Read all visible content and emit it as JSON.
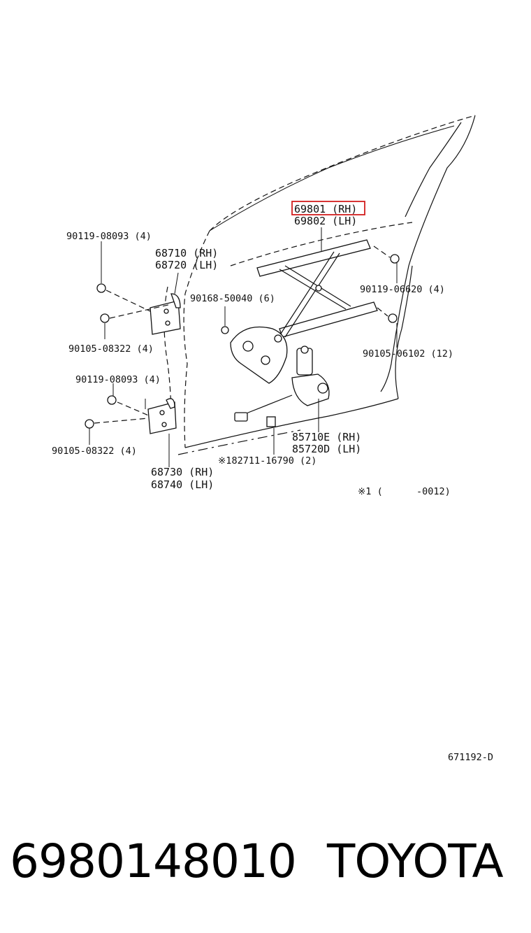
{
  "diagram": {
    "callouts": {
      "regulator_rh": "69801 (RH)",
      "regulator_lh": "69802 (LH)",
      "bolt_upper_left": "90119-08093 (4)",
      "hinge_upper_rh": "68710 (RH)",
      "hinge_upper_lh": "68720 (LH)",
      "bolt_regulator": "90168-50040 (6)",
      "bolt_upper_right": "90119-06620 (4)",
      "bolt_hinge_upper": "90105-08322 (4)",
      "bolt_right": "90105-06102 (12)",
      "bolt_lower_left": "90119-08093 (4)",
      "bolt_hinge_lower": "90105-08322 (4)",
      "motor_rh": "85710E (RH)",
      "motor_lh": "85720D (LH)",
      "clip": "※182711-16790 (2)",
      "hinge_lower_rh": "68730 (RH)",
      "hinge_lower_lh": "68740 (LH)",
      "footnote_mark": "※1 (",
      "footnote_range": "-0012)"
    },
    "code": "671192-D",
    "highlight_color": "#d21e1e"
  },
  "footer": {
    "part_number": "6980148010",
    "brand": "TOYOTA"
  }
}
